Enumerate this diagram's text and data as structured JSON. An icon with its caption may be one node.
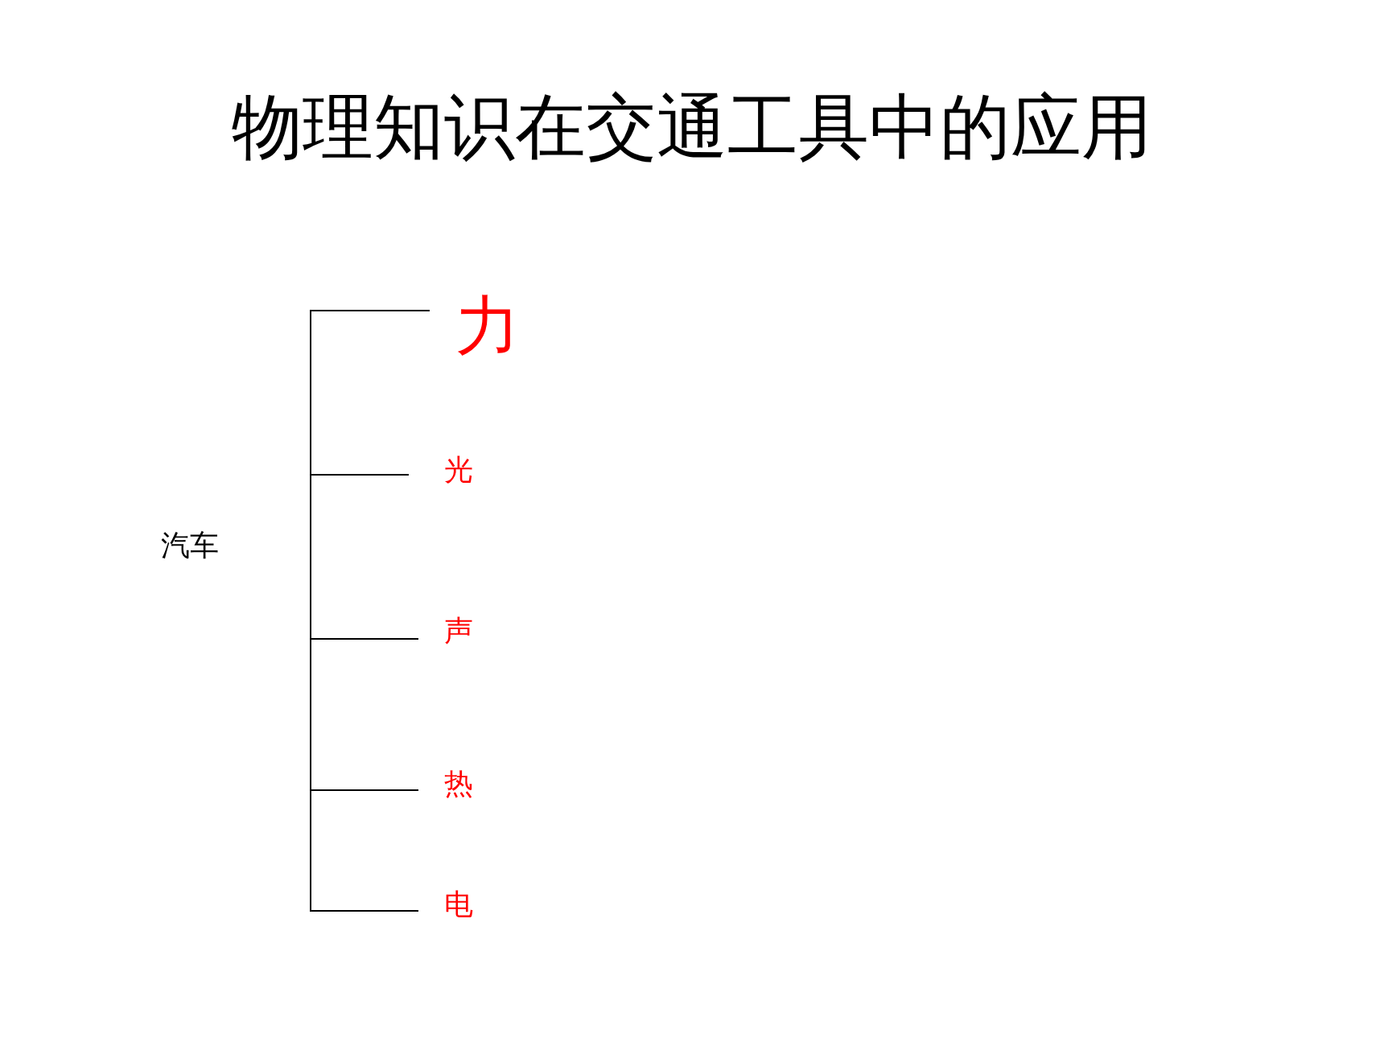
{
  "diagram": {
    "title": "物理知识在交通工具中的应用",
    "nodes": [
      {
        "text": [
          "汽车"
        ]
      },
      {
        "text": [
          "力"
        ]
      },
      {
        "text": [
          "光"
        ]
      },
      {
        "text": [
          "声"
        ]
      },
      {
        "text": [
          "热"
        ]
      },
      {
        "text": [
          "电"
        ]
      }
    ],
    "edges": [
      {
        "from": 0,
        "to": 1,
        "arrow": "none"
      },
      {
        "from": 0,
        "to": 2,
        "arrow": "none"
      },
      {
        "from": 0,
        "to": 3,
        "arrow": "none"
      },
      {
        "from": 0,
        "to": 4,
        "arrow": "none"
      },
      {
        "from": 0,
        "to": 5,
        "arrow": "none"
      }
    ]
  }
}
